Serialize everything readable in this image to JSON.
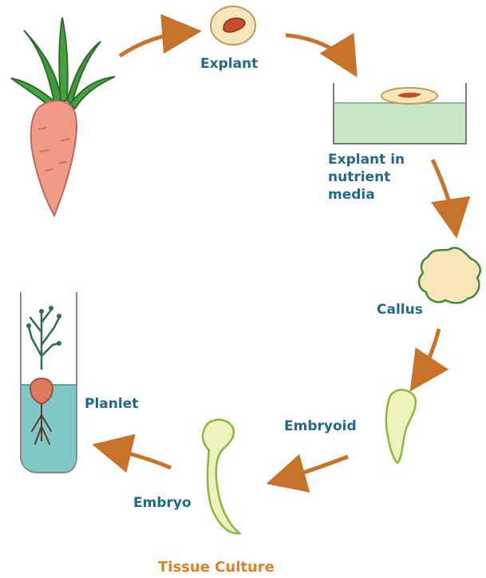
{
  "stages": {
    "explant": "Explant",
    "explant_in_media": [
      "Explant in",
      "nutrient",
      "media"
    ],
    "callus": "Callus",
    "embryoid": "Embryoid",
    "embryo": "Embryo",
    "planlet": "Planlet"
  },
  "title": "Tissue Culture",
  "icons": [
    "carrot-icon",
    "explant-disc-icon",
    "culture-dish-icon",
    "callus-icon",
    "embryoid-icon",
    "embryo-icon",
    "planlet-test-tube-icon"
  ],
  "colors": {
    "label": "#1f6a8a",
    "title": "#d9822b",
    "arrow": "#c8732a",
    "carrot": "#f09a87",
    "leaf": "#3f9a3c",
    "cream": "#f7e6b8",
    "media": "#c8e6c4",
    "embryo": "#eef3bd",
    "tube_liquid": "#7fc8c3"
  }
}
